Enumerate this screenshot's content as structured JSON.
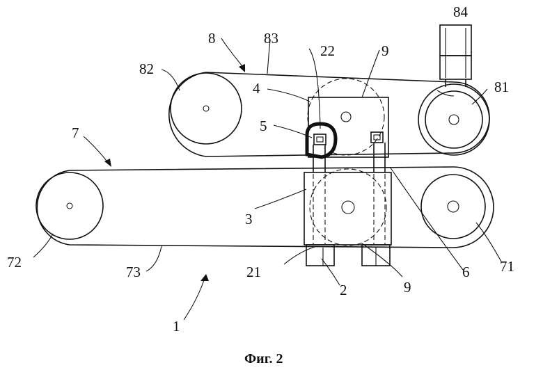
{
  "labels": {
    "l1": "1",
    "l2": "2",
    "l3": "3",
    "l4": "4",
    "l5": "5",
    "l6": "6",
    "l7": "7",
    "l8": "8",
    "l9a": "9",
    "l9b": "9",
    "l21": "21",
    "l22": "22",
    "l71": "71",
    "l72": "72",
    "l73": "73",
    "l81": "81",
    "l82": "82",
    "l83": "83",
    "l84": "84"
  },
  "caption": "Фиг. 2"
}
